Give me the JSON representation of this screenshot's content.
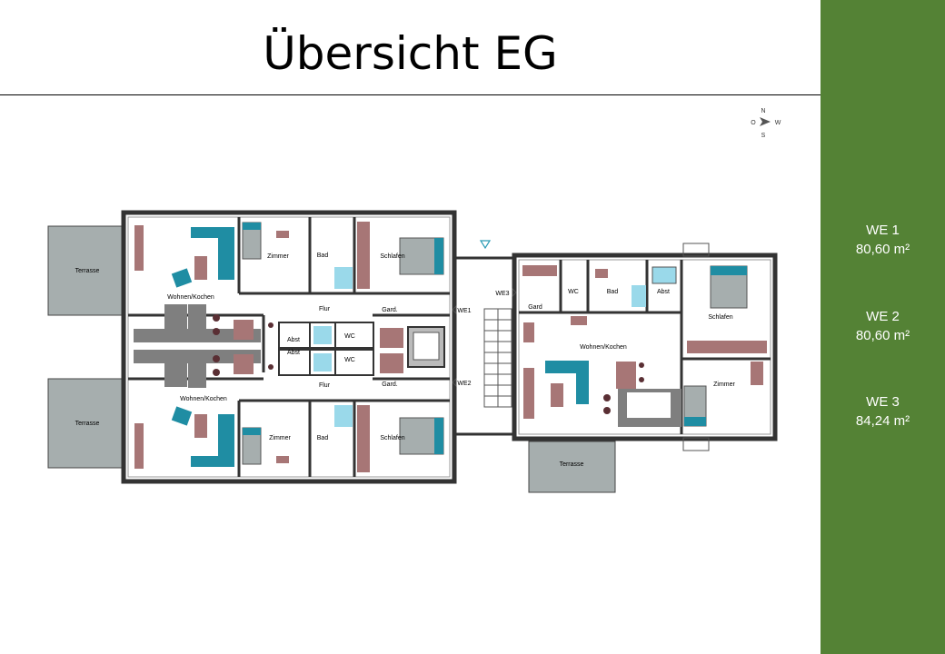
{
  "page": {
    "title": "Übersicht EG"
  },
  "units": [
    {
      "name": "WE 1",
      "area": "80,60 m²"
    },
    {
      "name": "WE 2",
      "area": "80,60 m²"
    },
    {
      "name": "WE 3",
      "area": "84,24 m²"
    }
  ],
  "compass": {
    "n": "N",
    "s": "S",
    "o": "O",
    "w": "W"
  },
  "plan": {
    "terrasse": "Terrasse",
    "wohnen_kochen": "Wohnen/Kochen",
    "zimmer": "Zimmer",
    "bad": "Bad",
    "schlafen": "Schlafen",
    "flur": "Flur",
    "gard": "Gard.",
    "gard2": "Gard",
    "abst": "Abst",
    "wc": "WC",
    "we1": "WE1",
    "we2": "WE2",
    "we3": "WE3"
  },
  "colors": {
    "sidebar": "#548235",
    "sofa": "#1f8da3",
    "furniture": "#a77676",
    "terrace": "#a6aeae",
    "kitchen": "#7f7f7f",
    "tiles": "#9ad9ea"
  }
}
